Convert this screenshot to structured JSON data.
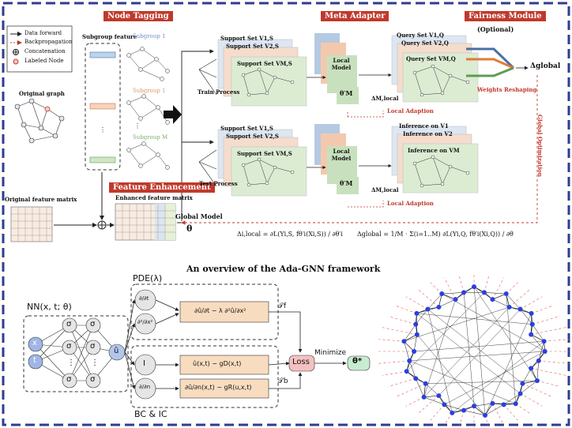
{
  "top": {
    "tags": {
      "node_tagging": "Node Tagging",
      "meta_adapter": "Meta Adapter",
      "fairness_module": "Fairness Module",
      "feature_enhancement": "Feature Enhancement"
    },
    "optional": "(Optional)",
    "legend": [
      "Data forward",
      "Backpropagation",
      "Concatenation",
      "Labeled Node"
    ],
    "subgroup_feature": "Subgroup feature",
    "subgroups": [
      "Subgroup 1",
      "Subgroup 1",
      "Subgroup M"
    ],
    "original_graph": "Original graph",
    "original_feature_matrix": "Original feature matrix",
    "enhanced_feature_matrix": "Enhanced feature matrix",
    "global_model": "Global Model",
    "theta": "θ",
    "train_process": "Train Process",
    "test_process": "Test Process",
    "support_sets_train": [
      "Support Set V1,S",
      "Support Set V2,S",
      "Support Set VM,S"
    ],
    "support_sets_test": [
      "Support Set V1,S",
      "Support Set V2,S",
      "Support Set VM,S"
    ],
    "local_model": "Local Model",
    "theta_m_prime": "θ′M",
    "delta_m_local": "ΔM,local",
    "local_adaption": "Local Adaption",
    "query_sets": [
      "Query Set V1,Q",
      "Query Set V2,Q",
      "Query Set VM,Q"
    ],
    "inference_sets": [
      "Inference on V1",
      "Inference on V2",
      "Inference on VM"
    ],
    "delta_global": "Δglobal",
    "weights_reshaping": "Weights Reshaping",
    "global_optimization": "Global Optimization",
    "formula_local": "Δi,local = ∂L(Yi,S, fθ′i(Xi,S)) / ∂θ′i",
    "formula_global": "Δglobal = 1/M · Σ(i=1..M) ∂L(Yi,Q, fθ′i(Xi,Q)) / ∂θ",
    "caption": "An overview of the Ada-GNN framework"
  },
  "pinn": {
    "nn_label": "NN(x, t; θ)",
    "pde_label": "PDE(λ)",
    "bc_label": "BC & IC",
    "inputs": [
      "x",
      "t"
    ],
    "hidden": "σ",
    "output": "û",
    "ops": [
      "∂/∂t",
      "∂²/∂x²",
      "I",
      "∂/∂n"
    ],
    "residual_f": "∂û/∂t − λ ∂²û/∂x²",
    "residual_d": "û(x,t) − gD(x,t)",
    "residual_r": "∂û/∂n(x,t) − gR(u,x,t)",
    "tf": "𝒯f",
    "tb": "𝒯b",
    "loss": "Loss",
    "minimize": "Minimize",
    "theta_star": "θ*",
    "dots": "⋮"
  }
}
